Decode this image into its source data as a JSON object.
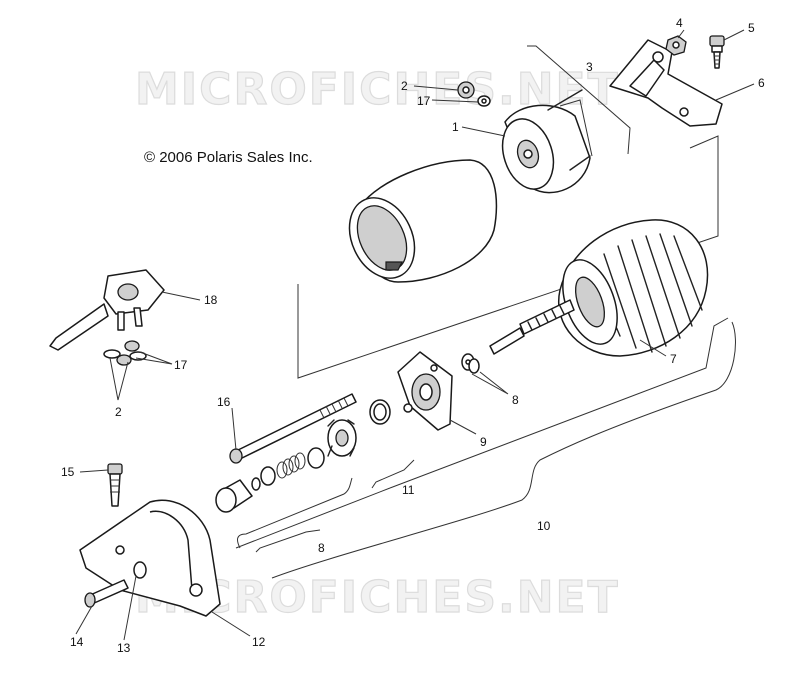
{
  "watermark": "MICROFICHES.NET",
  "copyright": "© 2006 Polaris Sales Inc.",
  "callouts": [
    "1",
    "2",
    "2",
    "3",
    "4",
    "5",
    "6",
    "7",
    "8",
    "8",
    "9",
    "10",
    "11",
    "12",
    "13",
    "14",
    "15",
    "16",
    "17",
    "17",
    "18"
  ]
}
